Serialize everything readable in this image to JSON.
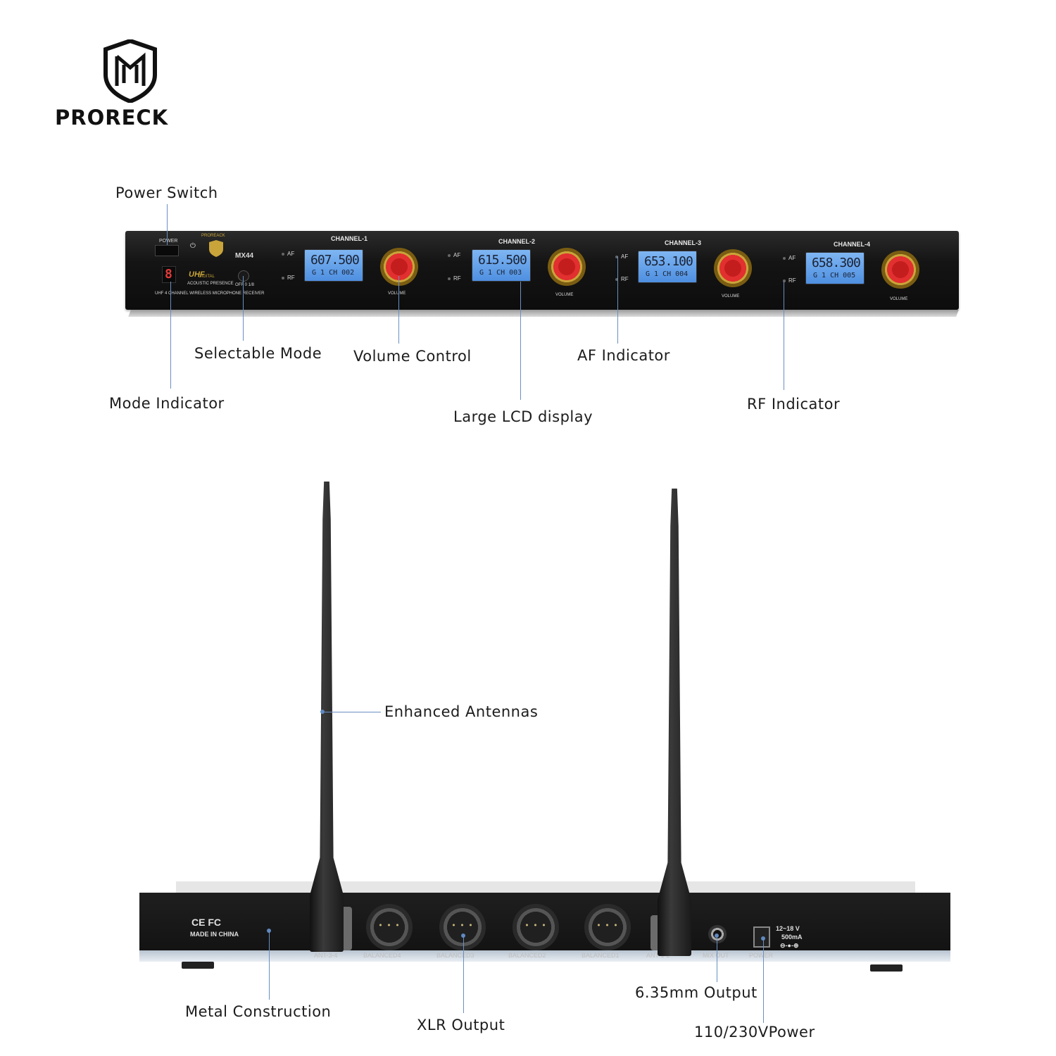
{
  "brand": {
    "name": "PRORECK"
  },
  "front_panel": {
    "power_label": "POWER",
    "brand_small": "PROREACK",
    "model": "MX44",
    "uhf": "UHF",
    "digital": "DIGITAL",
    "acoustic": "ACOUSTIC PRESENCE",
    "mode_switch": "OFF 0 1/8",
    "receiver_line": "UHF 4 CHANNEL WIRELESS MICROPHONE RECEIVER",
    "mode_digit": "8",
    "af": "AF",
    "rf": "RF",
    "volume": "VOLUME",
    "channels": [
      {
        "name": "CHANNEL-1",
        "freq": "607.500",
        "sub": "G  1  CH 002"
      },
      {
        "name": "CHANNEL-2",
        "freq": "615.500",
        "sub": "G  1  CH 003"
      },
      {
        "name": "CHANNEL-3",
        "freq": "653.100",
        "sub": "G  1  CH 004"
      },
      {
        "name": "CHANNEL-4",
        "freq": "658.300",
        "sub": "G  1  CH 005"
      }
    ]
  },
  "front_callouts": {
    "power_switch": "Power Switch",
    "selectable_mode": "Selectable Mode",
    "volume_control": "Volume Control",
    "af_indicator": "AF Indicator",
    "mode_indicator": "Mode Indicator",
    "lcd": "Large LCD display",
    "rf_indicator": "RF Indicator"
  },
  "rear_panel": {
    "ce_fc": "CE  FC",
    "made_in": "MADE IN CHINA",
    "ant34": "ANT-3-4",
    "balanced": [
      "BALANCED4",
      "BALANCED3",
      "BALANCED2",
      "BALANCED1"
    ],
    "ant12": "ANT-1-2",
    "mix_out": "MIX OUT",
    "power": "POWER",
    "power_spec_1": "12~18 V",
    "power_spec_2": "500mA"
  },
  "rear_callouts": {
    "antennas": "Enhanced Antennas",
    "metal": "Metal Construction",
    "xlr": "XLR Output",
    "out635": "6.35mm Output",
    "power": "110/230VPower"
  },
  "colors": {
    "lcd": "#6aa6ee",
    "knob": "#e22f2f",
    "callout_line": "#6a8fc2"
  }
}
